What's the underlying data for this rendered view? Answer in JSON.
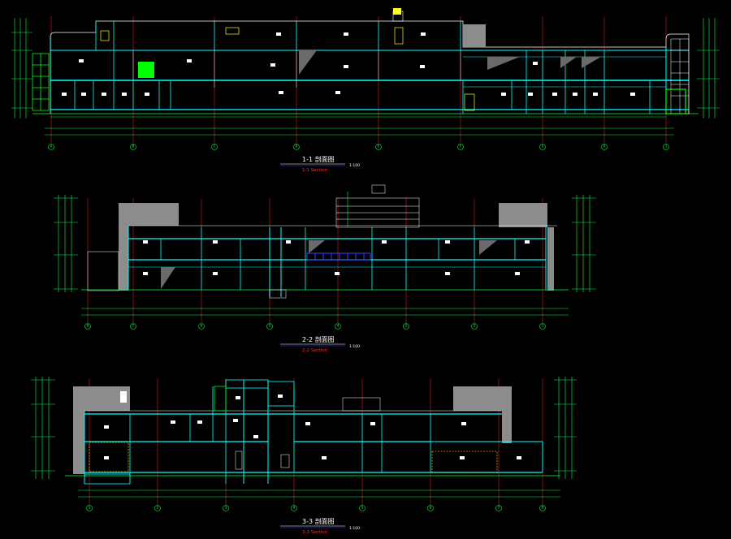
{
  "sections": [
    {
      "title_cn": "1-1 剖面图",
      "title_en": "1-1 Section",
      "scale": "1:100",
      "axes": [
        "A",
        "B",
        "C",
        "D",
        "E",
        "F",
        "G",
        "H",
        "J"
      ]
    },
    {
      "title_cn": "2-2 剖面图",
      "title_en": "2-2 Section",
      "scale": "1:100",
      "axes": [
        "8",
        "7",
        "6",
        "5",
        "4",
        "3",
        "2",
        "1"
      ]
    },
    {
      "title_cn": "3-3 剖面图",
      "title_en": "3-3 Section",
      "scale": "1:100",
      "axes": [
        "1",
        "2",
        "3",
        "4",
        "5",
        "6",
        "7",
        "8"
      ]
    }
  ],
  "colors": {
    "background": "#000000",
    "wall": "#00ffff",
    "floor": "#00ff00",
    "axis": "#ff2020",
    "dimension": "#00ff40",
    "solid": "#8c8c8c",
    "text": "#ffffff",
    "highlight": "#ffff00",
    "mezz": "#4040ff"
  }
}
